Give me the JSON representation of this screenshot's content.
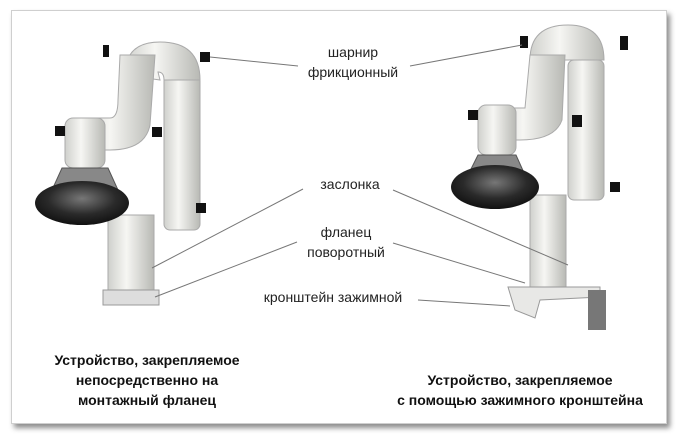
{
  "labels": {
    "friction_joint": [
      "шарнир",
      "фрикционный"
    ],
    "damper": "заслонка",
    "rotary_flange": [
      "фланец",
      "поворотный"
    ],
    "clamp_bracket": "кронштейн зажимной"
  },
  "captions": {
    "left": [
      "Устройство, закрепляемое",
      "непосредственно на",
      "монтажный фланец"
    ],
    "right": [
      "Устройство, закрепляемое",
      "с помощью зажимного кронштейна"
    ]
  }
}
